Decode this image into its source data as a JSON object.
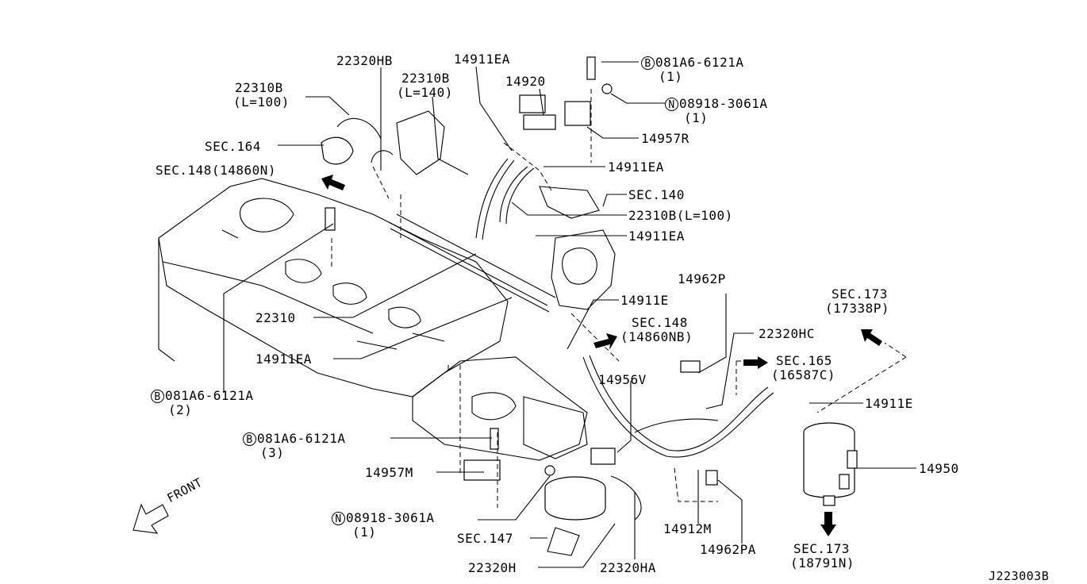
{
  "labels": {
    "l01": "22320HB",
    "l02": "14911EA",
    "l03": "22310B",
    "l04": "(L=140)",
    "l05": "22310B",
    "l06": "(L=100)",
    "l07": "14920",
    "l08": "081A6-6121A",
    "l09": "(1)",
    "l10": "08918-3061A",
    "l11": "(1)",
    "l12": "SEC.164",
    "l13": "SEC.148(14860N)",
    "l14": "14957R",
    "l15": "14911EA",
    "l16": "SEC.140",
    "l17": "22310B(L=100)",
    "l18": "14911EA",
    "l19": "14962P",
    "l20": "SEC.173",
    "l21": "(17338P)",
    "l22": "14911E",
    "l23": "SEC.148",
    "l24": "(14860NB)",
    "l25": "22320HC",
    "l26": "22310",
    "l27": "14911EA",
    "l28": "SEC.165",
    "l29": "(16587C)",
    "l30": "14956V",
    "l31": "081A6-6121A",
    "l32": "(2)",
    "l33": "14911E",
    "l34": "081A6-6121A",
    "l35": "(3)",
    "l36": "14950",
    "l37": "14957M",
    "l38": "08918-3061A",
    "l39": "(1)",
    "l40": "SEC.147",
    "l41": "14912M",
    "l42": "14962PA",
    "l43": "SEC.173",
    "l44": "(18791N)",
    "l45": "22320H",
    "l46": "22320HA",
    "l47": "FRONT",
    "l48": "J223003B"
  },
  "symbols": {
    "bolt": "B",
    "nut": "N"
  }
}
